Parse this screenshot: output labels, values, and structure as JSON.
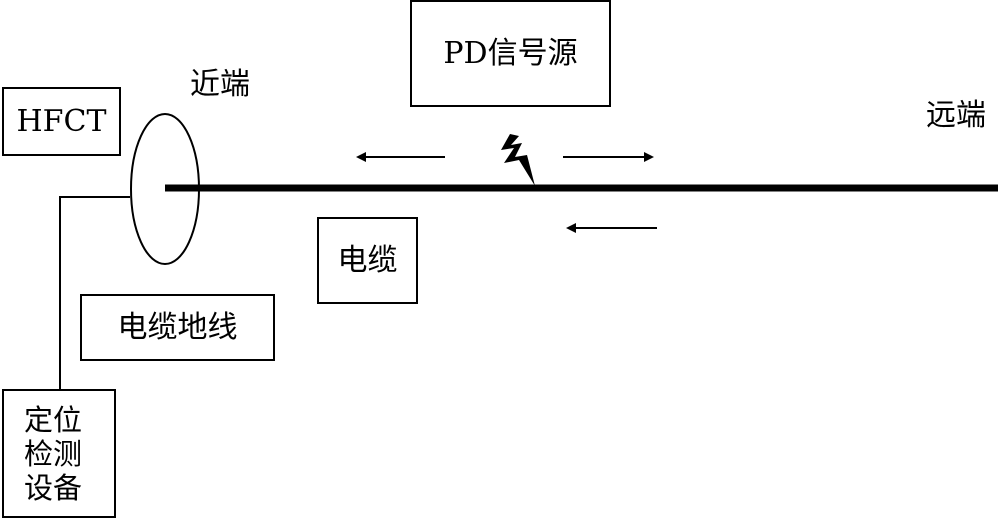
{
  "labels": {
    "hfct": "HFCT",
    "near_end": "近端",
    "far_end": "远端",
    "pd_source": "PD信号源",
    "cable": "电缆",
    "cable_ground": "电缆地线",
    "device_line1": "定位",
    "device_line2": "检测",
    "device_line3": "设备"
  },
  "icons": {
    "discharge": "lightning-bolt-icon",
    "arrows": [
      "arrow-left-icon",
      "arrow-right-icon",
      "arrow-left-icon"
    ]
  },
  "colors": {
    "line": "#000000",
    "background": "#ffffff"
  }
}
